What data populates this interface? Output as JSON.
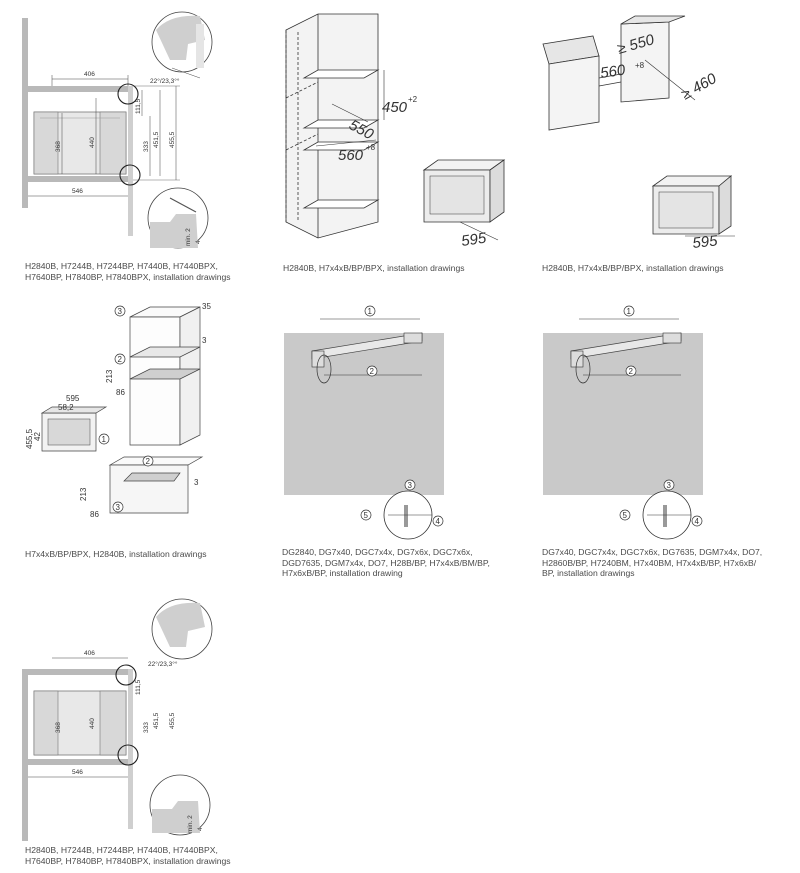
{
  "captions": {
    "p1": "H2840B, H7244B, H7244BP, H7440B, H7440BPX,\nH7640BP, H7840BP, H7840BPX, installation drawings",
    "p2": "H2840B, H7x4xB/BP/BPX, installation drawings",
    "p3": "H2840B, H7x4xB/BP/BPX, installation drawings",
    "p4": "H7x4xB/BP/BPX, H2840B, installation drawings",
    "p5": "DG2840, DG7x40, DGC7x4x, DG7x6x, DGC7x6x,\nDGD7635, DGM7x4x, DO7, H28B/BP, H7x4xB/BM/BP,\nH7x6xB/BP, installation drawing",
    "p6": "DG7x40, DGC7x4x, DGC7x6x, DG7635, DGM7x4x, DO7,\nH2860B/BP, H7240BM, H7x40BM, H7x4xB/BP, H7x6xB/\nBP, installation drawings",
    "p7": "H2840B, H7244B, H7244BP, H7440B, H7440BPX,\nH7640BP, H7840BP, H7840BPX, installation drawings"
  },
  "side_dims": {
    "width_top": "406",
    "width_bottom": "546",
    "h368": "368",
    "h440": "440",
    "h111": "111,5",
    "h333": "333",
    "h451": "451,5",
    "h455": "455,5",
    "angle": "22°/23,3°°",
    "min": "min. 2",
    "four": "4"
  },
  "cabinet_dims": {
    "d550": "550",
    "h450": "450",
    "h450_sup": "+2",
    "w560": "560",
    "w560_sup": "+8",
    "w595": "595",
    "ge550": "≥ 550",
    "ge460": "≥ 460"
  },
  "p4_dims": {
    "w595": "595",
    "w582": "58,2",
    "h455": "455,5",
    "h42": "42",
    "d213a": "213",
    "d86a": "86",
    "d213b": "213",
    "d86b": "86",
    "d3a": "3",
    "d3b": "3",
    "d35": "35",
    "c1": "1",
    "c2a": "2",
    "c2b": "2",
    "c3a": "3",
    "c3b": "3"
  },
  "front_labels": {
    "c1": "1",
    "c2": "2",
    "c3": "3",
    "c4": "4",
    "c5": "5"
  }
}
